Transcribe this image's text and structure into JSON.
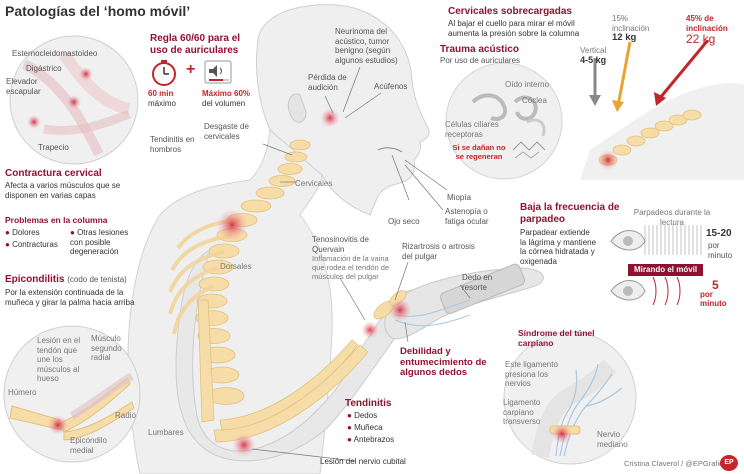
{
  "title": "Patologías del ‘homo móvil’",
  "colors": {
    "accent": "#8e1230",
    "red": "#c0262a",
    "bone": "#f6dca6",
    "skin": "#ececec",
    "orange": "#e8a431"
  },
  "neck_circle": {
    "esternocleidomastoideo": "Esternocleidomastoideo",
    "digastrico": "Digástrico",
    "elevador": "Elevador escapular",
    "trapecio": "Trapecio"
  },
  "contractura": {
    "title": "Contractura cervical",
    "desc": "Afecta a varios músculos que se disponen en varias capas"
  },
  "problemas": {
    "title": "Problemas en la columna",
    "items": [
      "Dolores",
      "Contracturas"
    ],
    "item3": "Otras lesiones con posible degeneración"
  },
  "epicondilitis": {
    "title": "Epicondilitis",
    "sub": "(codo de tenista)",
    "desc": "Por la extensión continuada de la muñeca y girar la palma hacia arriba"
  },
  "elbow_circle": {
    "lesion": "Lesión en el tendón que une los músculos al hueso",
    "musculo": "Músculo segundo radial",
    "humero": "Húmero",
    "radio": "Radio",
    "epicondilo": "Epicóndilo medial"
  },
  "regla": {
    "title": "Regla 60/60 para el uso de auriculares",
    "min_value": "60 min",
    "min_label": "máximo",
    "vol_value": "Máximo 60%",
    "vol_label": "del volumen",
    "plus": "+"
  },
  "body_labels": {
    "tendinitis_hombros": "Tendinitis en hombros",
    "desgaste": "Desgaste de cervicales",
    "cervicales": "Cervicales",
    "dorsales": "Dorsales",
    "lumbares": "Lumbares",
    "perdida": "Pérdida de audición",
    "neurinoma": "Neurinoma del acústico, tumor benigno (según algunos estudios)",
    "acufenos": "Acúfenos",
    "ojo_seco": "Ojo seco",
    "miopia": "Miopía",
    "astenopia": "Astenopía o fatiga ocular",
    "tenosinovitis_title": "Tenosinovitis de Quervain",
    "tenosinovitis_desc": "Inflamación de la vaina que rodea el tendón de músculos del pulgar",
    "rizartrosis": "Rizartrosis o artrosis del pulgar",
    "dedo": "Dedo en resorte",
    "debilidad": "Debilidad y entumecimiento de algunos dedos",
    "lesion_cubital": "Lesión del nervio cubital"
  },
  "tendinitis": {
    "title": "Tendinitis",
    "items": [
      "Dedos",
      "Muñeca",
      "Antebrazos"
    ]
  },
  "cervicales_sobrecargadas": {
    "title": "Cervicales sobrecargadas",
    "desc": "Al bajar el cuello para mirar el móvil aumenta la presión sobre la columna",
    "vertical_label": "Vertical",
    "vertical_kg": "4-5 kg",
    "p15_label": "15% inclinación",
    "p15_kg": "12 kg",
    "p45_label": "45% de inclinación",
    "p45_kg": "22 kg"
  },
  "trauma": {
    "title": "Trauma acústico",
    "sub": "Por uso de auriculares",
    "oido": "Oído interno",
    "coclea": "Cóclea",
    "celulas": "Células ciliares receptoras",
    "warning": "Si se dañan no se regeneran"
  },
  "parpadeo": {
    "title": "Baja la frecuencia de parpadeo",
    "desc": "Parpadear extiende la lágrima y mantiene la córnea hidratada y oxigenada",
    "lectura_label": "Parpadeos durante la lectura",
    "lectura_value": "15-20",
    "lectura_unit": "por minuto",
    "movil_label": "Mirando el móvil",
    "movil_value": "5",
    "movil_unit": "por minuto"
  },
  "tunel": {
    "title": "Síndrome del túnel carpiano",
    "ligamento": "Este ligamento presiona los nervios",
    "carpiano": "Ligamento carpiano transverso",
    "nervio": "Nervio mediano"
  },
  "credit": "Cristina Claverol / @EPGraficos",
  "logo": "EP"
}
